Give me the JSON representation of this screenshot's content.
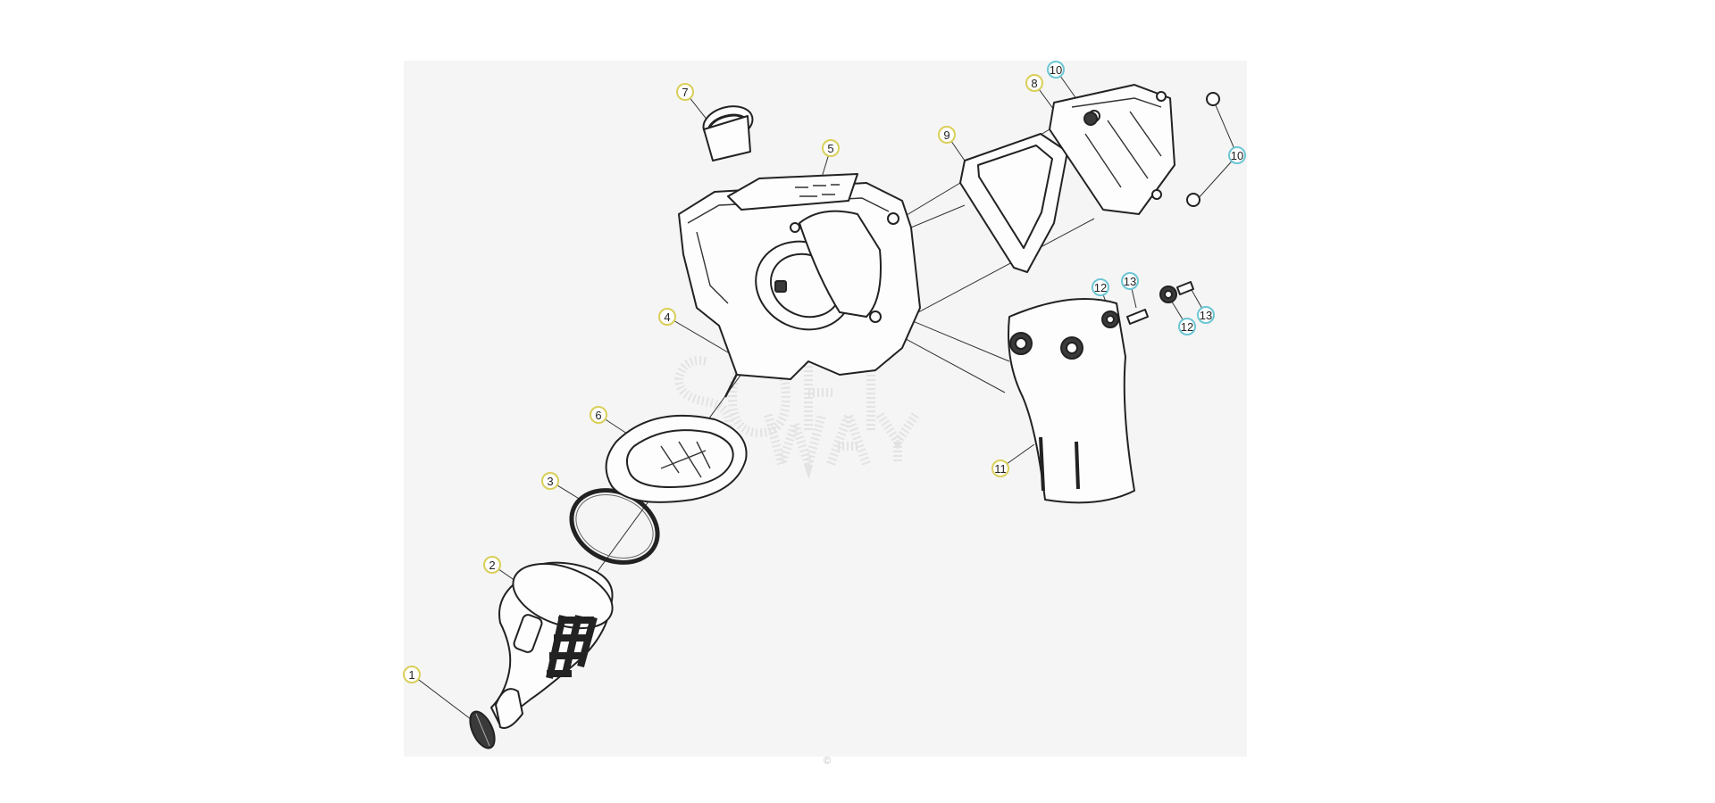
{
  "colors": {
    "background": "#ffffff",
    "panel": "#f5f5f5",
    "callout_yellow": "#d9cf5a",
    "callout_cyan": "#6cc6d4",
    "line": "#222222"
  },
  "callouts": [
    {
      "label": "1",
      "style": "yellow"
    },
    {
      "label": "2",
      "style": "yellow"
    },
    {
      "label": "3",
      "style": "yellow"
    },
    {
      "label": "4",
      "style": "yellow"
    },
    {
      "label": "5",
      "style": "yellow"
    },
    {
      "label": "6",
      "style": "yellow"
    },
    {
      "label": "7",
      "style": "yellow"
    },
    {
      "label": "8",
      "style": "yellow"
    },
    {
      "label": "9",
      "style": "yellow"
    },
    {
      "label": "10",
      "style": "cyan"
    },
    {
      "label": "10",
      "style": "cyan"
    },
    {
      "label": "11",
      "style": "yellow"
    },
    {
      "label": "12",
      "style": "cyan"
    },
    {
      "label": "12",
      "style": "cyan"
    },
    {
      "label": "13",
      "style": "cyan"
    },
    {
      "label": "13",
      "style": "cyan"
    }
  ],
  "watermark_icon": "brand-watermark-icon"
}
